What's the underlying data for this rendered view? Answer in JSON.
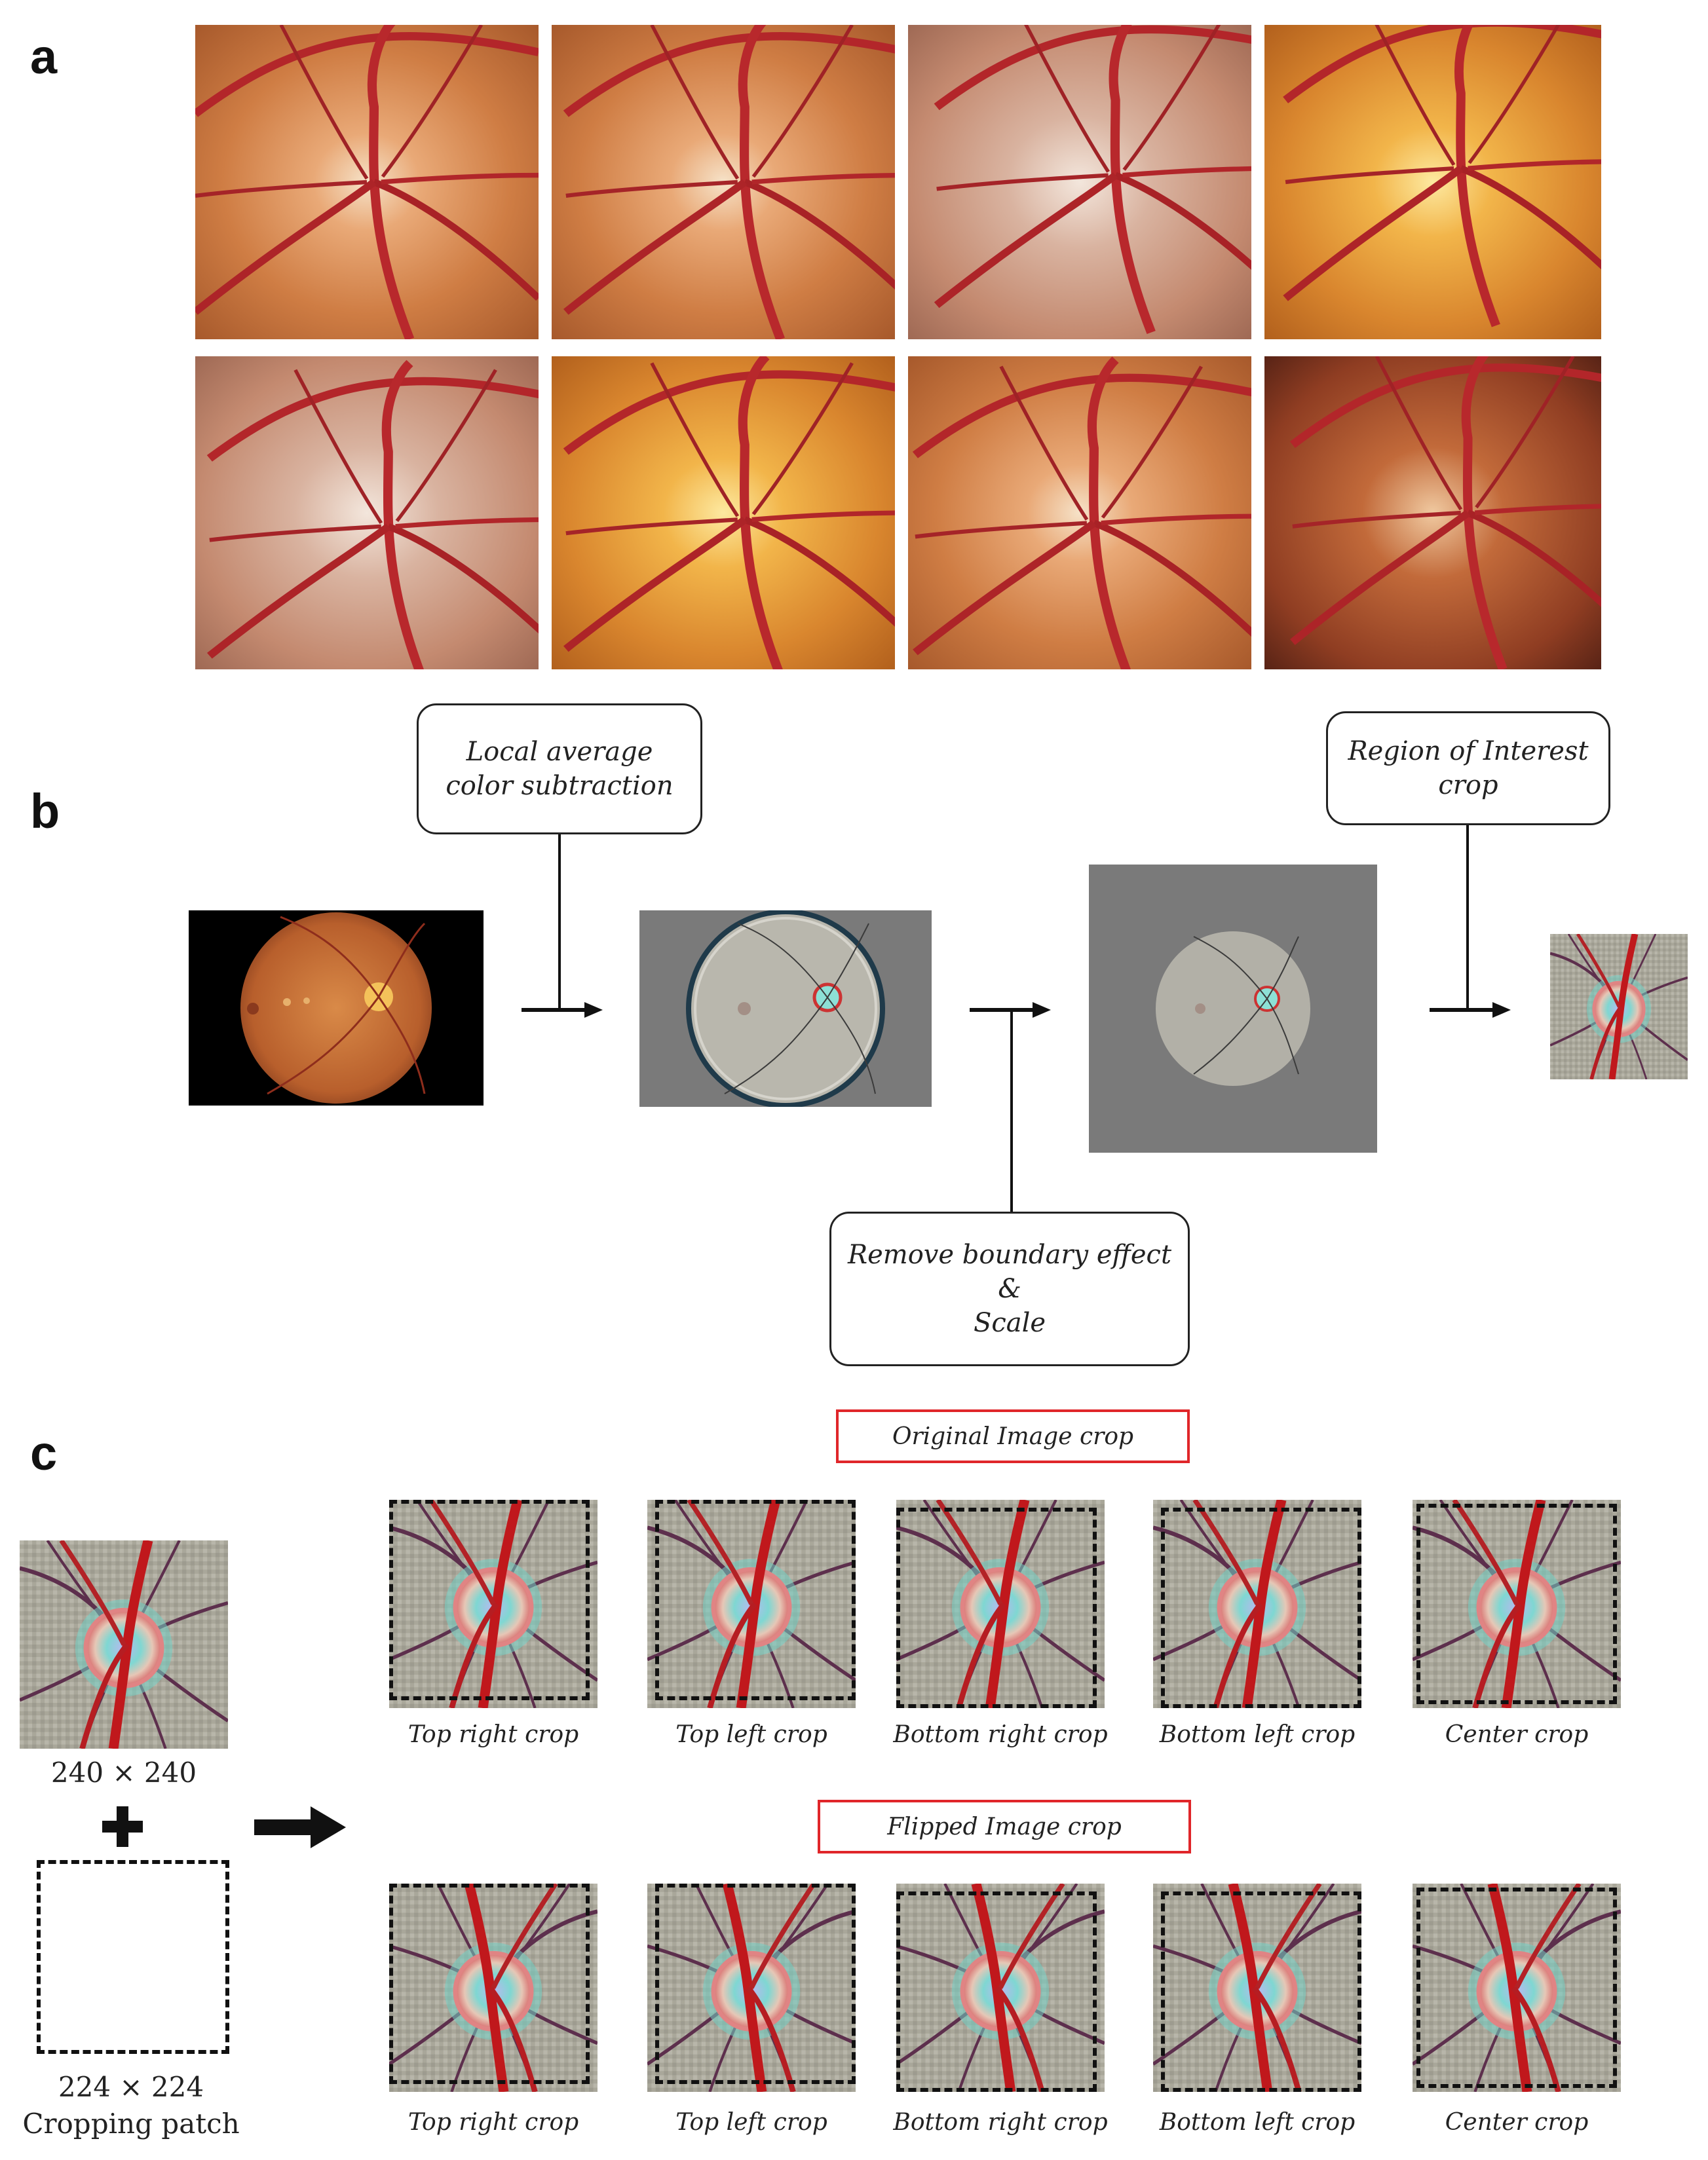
{
  "panels": {
    "a": "a",
    "b": "b",
    "c": "c"
  },
  "panel_b": {
    "step1": "Local average color subtraction",
    "step2_line1": "Remove boundary effect",
    "step2_line2": "&",
    "step2_line3": "Scale",
    "step3": "Region of Interest crop"
  },
  "panel_c": {
    "input_size": "240 × 240",
    "plus": "+",
    "patch_size": "224 × 224",
    "patch_label": "Cropping patch",
    "original_header": "Original Image crop",
    "flipped_header": "Flipped Image crop",
    "crop_labels": [
      "Top right crop",
      "Top left crop",
      "Bottom right crop",
      "Bottom left crop",
      "Center crop"
    ]
  },
  "colors": {
    "header_border": "#e0262a",
    "fundus_base": "#c8743a",
    "processed_gray": "#7a7a7a",
    "disc_cyan": "#6fd6d0"
  }
}
